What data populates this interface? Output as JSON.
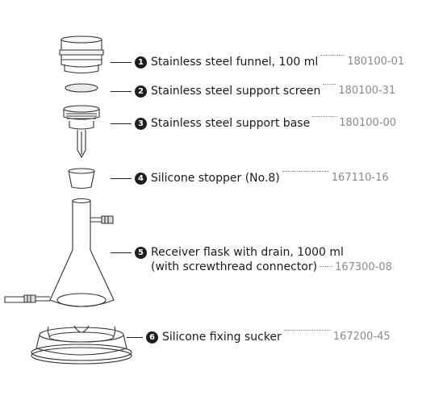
{
  "parts": [
    {
      "number": "1",
      "name": "Stainless steel funnel, 100 ml",
      "code": "180100-01"
    },
    {
      "number": "2",
      "name": "Stainless steel support screen",
      "code": "180100-31"
    },
    {
      "number": "3",
      "name": "Stainless steel support base",
      "code": "180100-00"
    },
    {
      "number": "4",
      "name": "Silicone stopper (No.8)",
      "code": "167110-16"
    },
    {
      "number": "5",
      "name": "Receiver flask with drain, 1000 ml",
      "name_line2": "(with screwthread connector)",
      "code": "167300-08"
    },
    {
      "number": "6",
      "name": "Silicone fixing sucker",
      "code": "167200-45"
    }
  ]
}
